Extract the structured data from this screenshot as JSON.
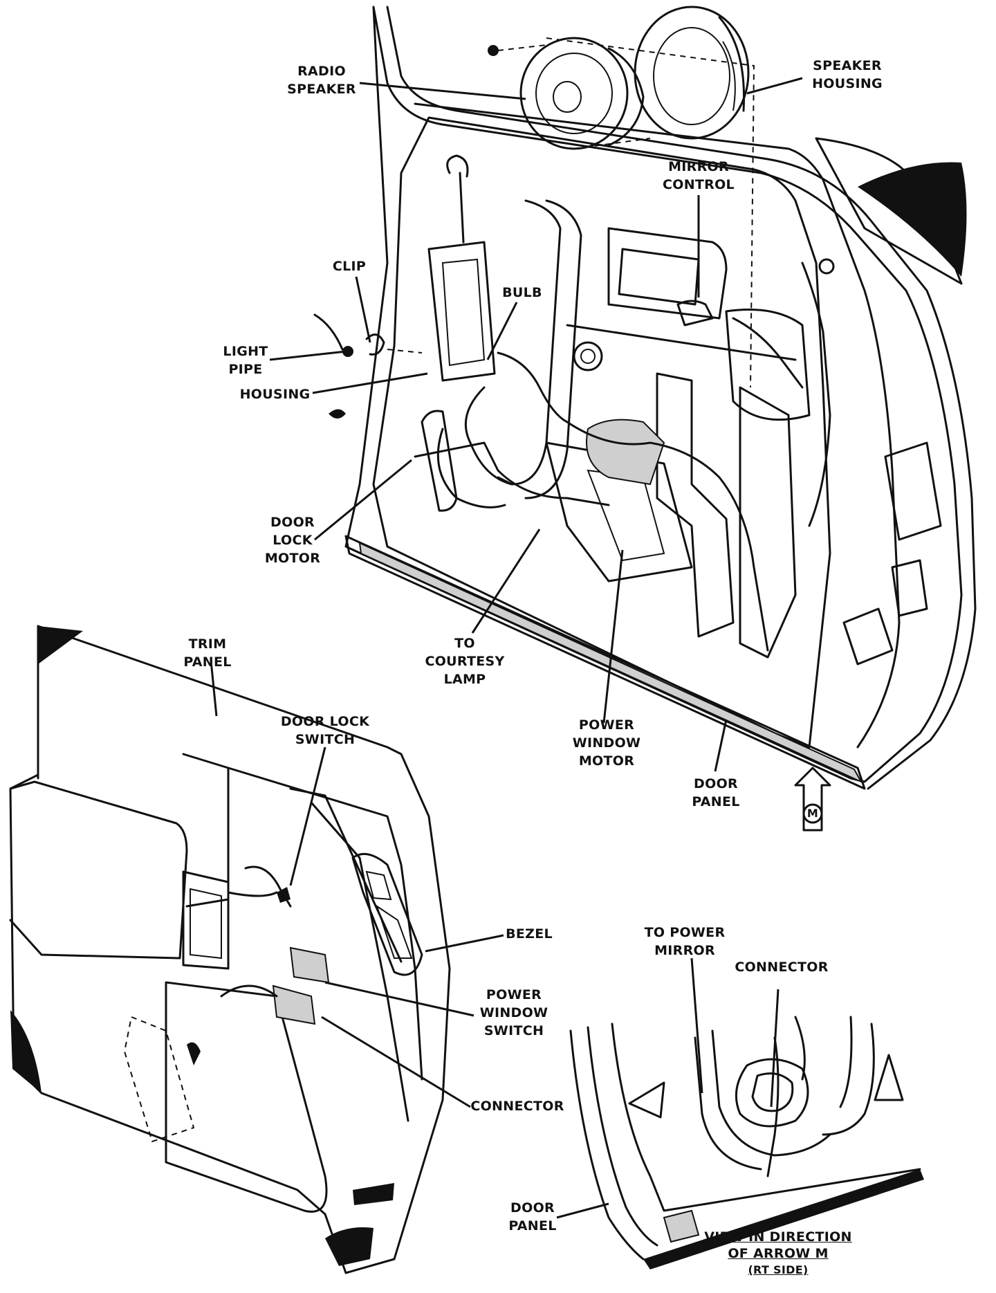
{
  "labels": {
    "radio_speaker": [
      "RADIO",
      "SPEAKER"
    ],
    "speaker_housing": [
      "SPEAKER",
      "HOUSING"
    ],
    "mirror_control": [
      "MIRROR",
      "CONTROL"
    ],
    "clip": [
      "CLIP"
    ],
    "bulb": [
      "BULB"
    ],
    "light_pipe": [
      "LIGHT",
      "PIPE"
    ],
    "housing": [
      "HOUSING"
    ],
    "door_lock_motor": [
      "DOOR",
      "LOCK",
      "MOTOR"
    ],
    "to_courtesy_lamp": [
      "TO",
      "COURTESY",
      "LAMP"
    ],
    "power_window_motor": [
      "POWER",
      "WINDOW",
      "MOTOR"
    ],
    "door_panel_top": [
      "DOOR",
      "PANEL"
    ],
    "arrow_m": "M",
    "trim_panel": [
      "TRIM",
      "PANEL"
    ],
    "door_lock_switch": [
      "DOOR LOCK",
      "SWITCH"
    ],
    "bezel": [
      "BEZEL"
    ],
    "power_window_switch": [
      "POWER",
      "WINDOW",
      "SWITCH"
    ],
    "connector_left": [
      "CONNECTOR"
    ],
    "to_power_mirror": [
      "TO POWER",
      "MIRROR"
    ],
    "connector_right": [
      "CONNECTOR"
    ],
    "door_panel_bottom": [
      "DOOR",
      "PANEL"
    ],
    "view_caption": [
      "VIEW IN DIRECTION",
      "OF ARROW M",
      "(RT SIDE)"
    ]
  }
}
